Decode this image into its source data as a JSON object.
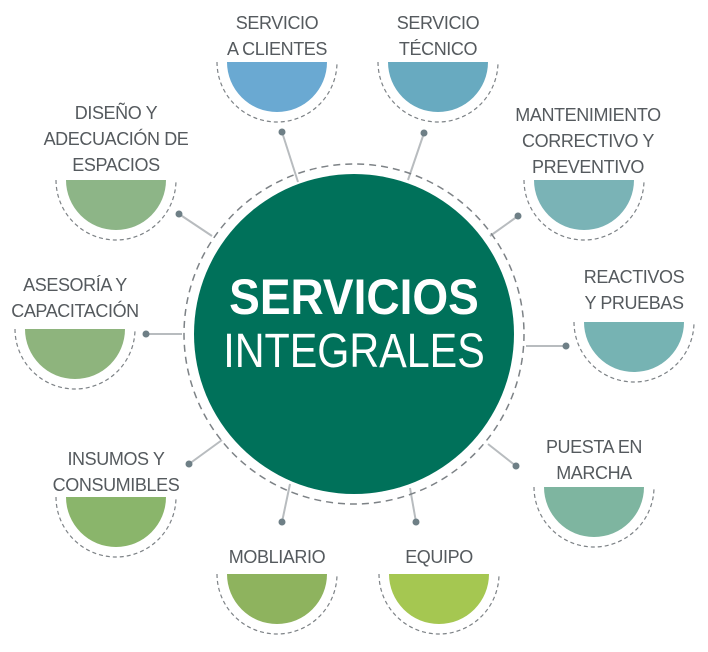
{
  "center": {
    "line1": "SERVICIOS",
    "line2": "INTEGRALES",
    "color": "#00715a"
  },
  "colors": {
    "label_text": "#555a5e",
    "connector": "#b8bcbf",
    "connector_dot": "#6e7f86",
    "dashed_ring": "#7d8286"
  },
  "services": [
    {
      "id": "servicio-a-clientes",
      "lines": [
        "SERVICIO",
        "A CLIENTES"
      ],
      "color": "#6aa9d2"
    },
    {
      "id": "servicio-tecnico",
      "lines": [
        "SERVICIO",
        "TÉCNICO"
      ],
      "color": "#68aac0"
    },
    {
      "id": "mantenimiento",
      "lines": [
        "MANTENIMIENTO",
        "CORRECTIVO Y",
        "PREVENTIVO"
      ],
      "color": "#7ab3b6"
    },
    {
      "id": "reactivos-y-pruebas",
      "lines": [
        "REACTIVOS",
        "Y PRUEBAS"
      ],
      "color": "#76b3b3"
    },
    {
      "id": "puesta-en-marcha",
      "lines": [
        "PUESTA EN",
        "MARCHA"
      ],
      "color": "#7eb5a0"
    },
    {
      "id": "equipo",
      "lines": [
        "EQUIPO"
      ],
      "color": "#a5c751"
    },
    {
      "id": "mobliario",
      "lines": [
        "MOBLIARIO"
      ],
      "color": "#8eb35e"
    },
    {
      "id": "insumos-y-consumibles",
      "lines": [
        "INSUMOS Y",
        "CONSUMIBLES"
      ],
      "color": "#8ab56b"
    },
    {
      "id": "asesoria-y-capacitacion",
      "lines": [
        "ASESORÍA Y",
        "CAPACITACIÓN"
      ],
      "color": "#8eb47d"
    },
    {
      "id": "diseno-y-adecuacion",
      "lines": [
        "DISEÑO Y",
        "ADECUACIÓN DE",
        "ESPACIOS"
      ],
      "color": "#8db587"
    }
  ]
}
